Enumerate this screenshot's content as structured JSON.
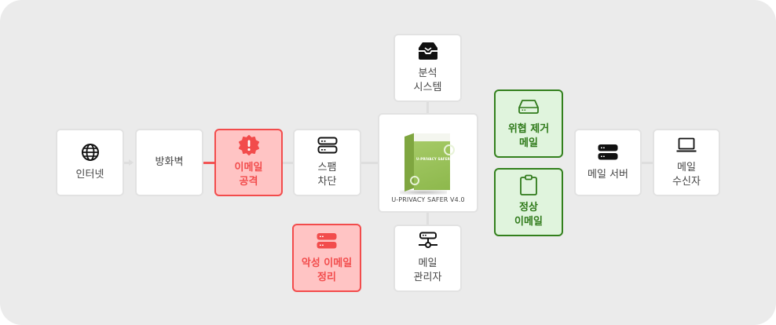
{
  "diagram": {
    "title": "",
    "colors": {
      "background": "#ebebeb",
      "node_border": "#e2e2e2",
      "connector": "#dedede",
      "threat_red": "#f24c4c",
      "threat_fill": "#ffc4c4",
      "safe_green": "#33801d",
      "safe_fill": "#e0f4dd"
    },
    "nodes": {
      "internet": {
        "label": "인터넷",
        "icon": "globe-icon"
      },
      "firewall": {
        "label": "방화벽",
        "icon": ""
      },
      "email_attack": {
        "label": "이메일\n공격",
        "icon": "alert-badge-icon",
        "state": "threat"
      },
      "spam_block": {
        "label": "스팸\n차단",
        "icon": "server-rack-outline-icon"
      },
      "analysis_system": {
        "label": "분석\n시스템",
        "icon": "archive-tray-icon"
      },
      "product": {
        "label": "U-PRIVACY SAFER V4.0",
        "box_text": "U-PRIVACY SAFER",
        "icon": "product-box-image"
      },
      "malicious_cleanup": {
        "label": "악성 이메일\n정리",
        "icon": "server-rack-icon",
        "state": "threat"
      },
      "mail_admin": {
        "label": "메일\n관리자",
        "icon": "network-server-icon"
      },
      "threat_removed": {
        "label": "위협 제거\n메일",
        "icon": "hard-drive-icon",
        "state": "safe"
      },
      "normal_email": {
        "label": "정상\n이메일",
        "icon": "clipboard-icon",
        "state": "safe"
      },
      "mail_server": {
        "label": "메일 서버",
        "icon": "server-stack-icon"
      },
      "mail_recipient": {
        "label": "메일\n수신자",
        "icon": "laptop-icon"
      }
    },
    "edges": [
      {
        "from": "internet",
        "to": "firewall",
        "style": "arrow"
      },
      {
        "from": "firewall",
        "to": "email_attack",
        "style": "threat"
      },
      {
        "from": "email_attack",
        "to": "spam_block",
        "style": "plain"
      },
      {
        "from": "spam_block",
        "to": "product",
        "style": "plain"
      },
      {
        "from": "analysis_system",
        "to": "product",
        "style": "plain"
      },
      {
        "from": "product",
        "to": "mail_admin",
        "style": "plain"
      },
      {
        "from": "mail_server",
        "to": "mail_recipient",
        "style": "plain"
      }
    ]
  }
}
